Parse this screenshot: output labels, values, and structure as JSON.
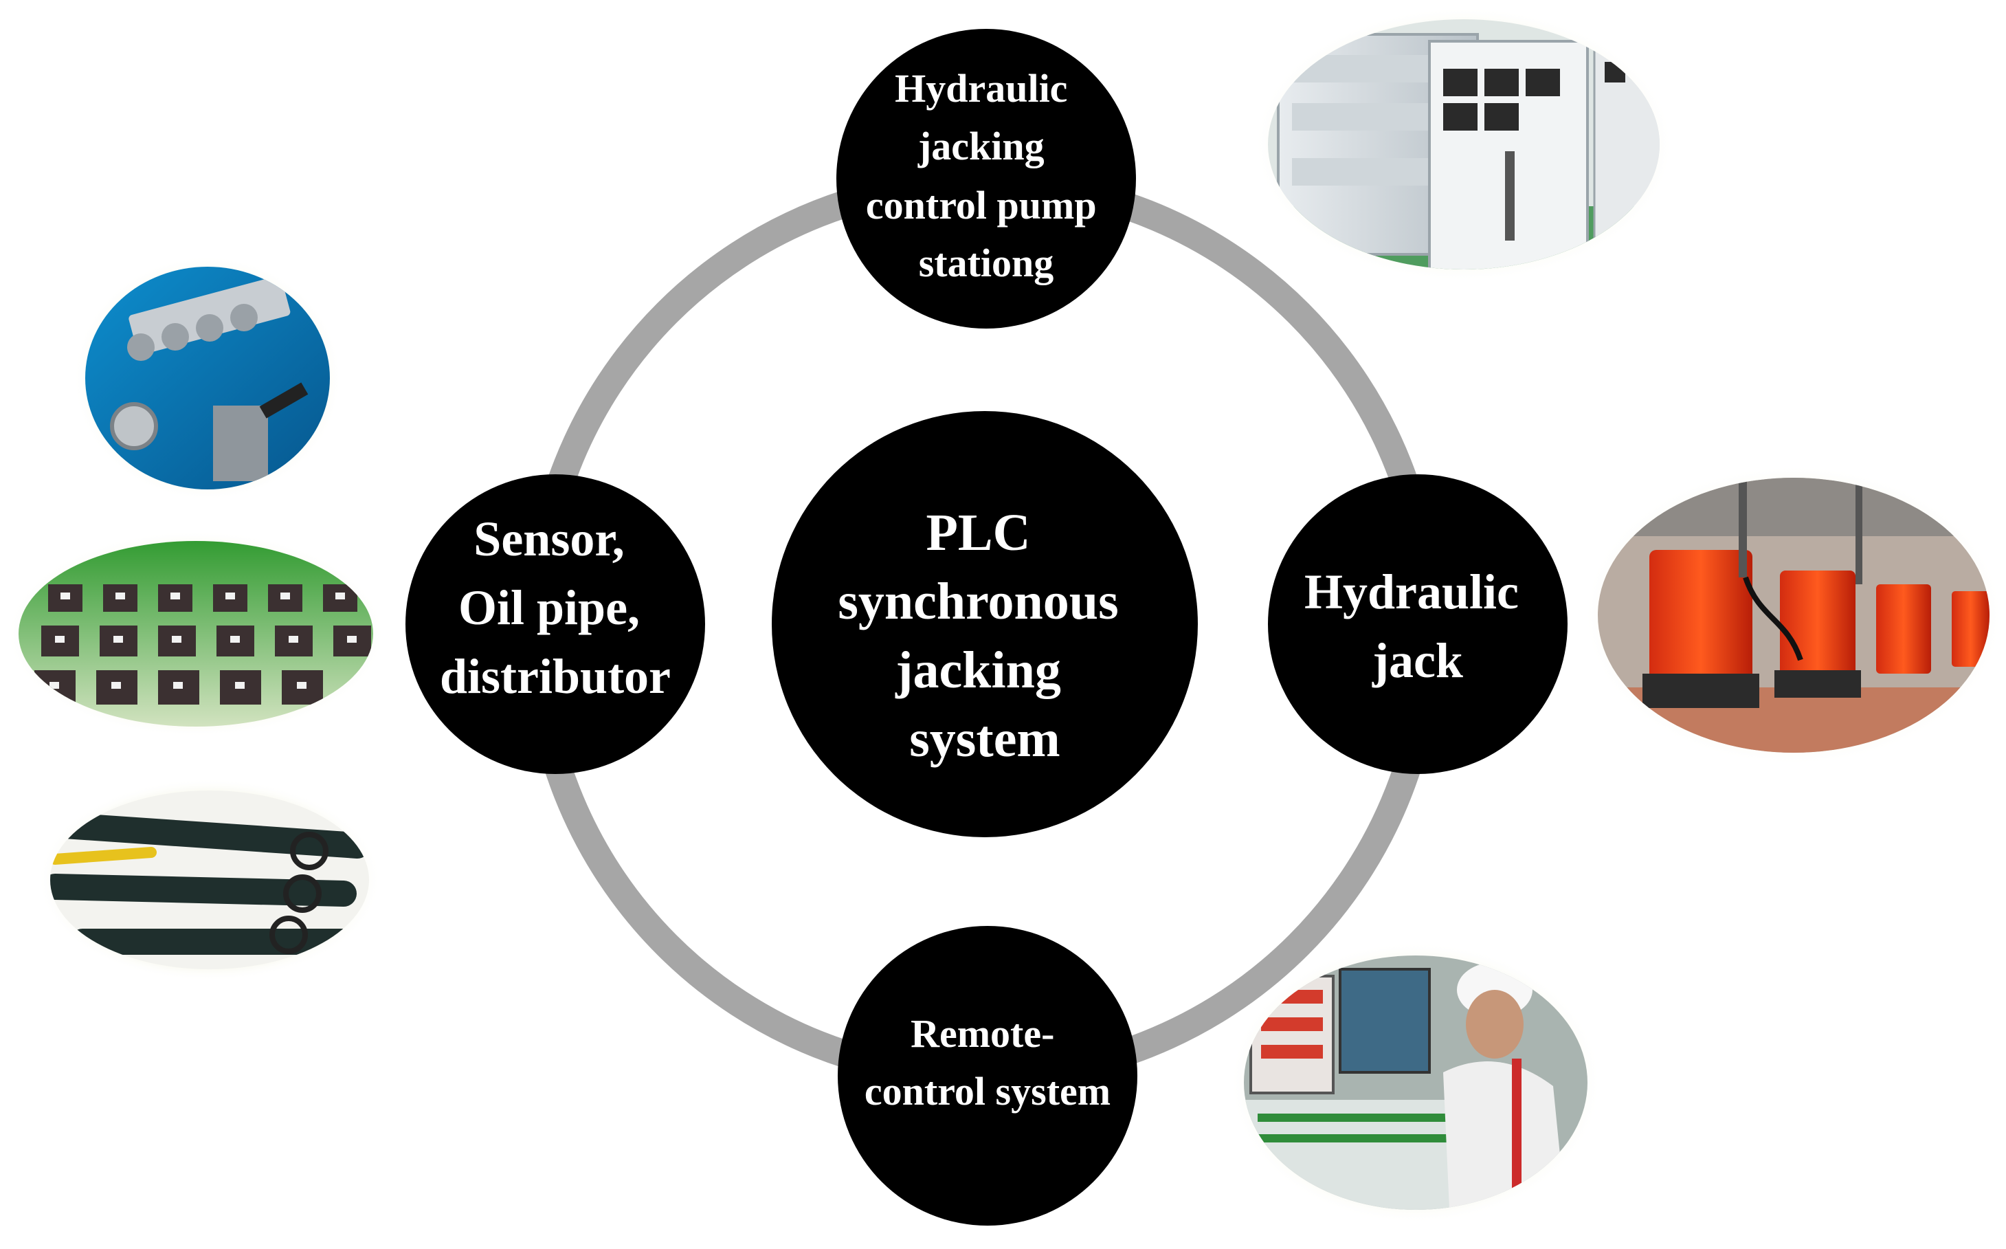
{
  "nodes": {
    "center": {
      "lines": [
        "PLC",
        "synchronous",
        "jacking",
        "system"
      ]
    },
    "top": {
      "lines": [
        "Hydraulic",
        "jacking",
        "control pump",
        "stationg"
      ]
    },
    "right": {
      "lines": [
        "Hydraulic",
        "jack"
      ]
    },
    "bottom": {
      "lines": [
        "Remote-",
        "control system"
      ]
    },
    "left": {
      "lines": [
        "Sensor,",
        "Oil pipe,",
        "distributor"
      ]
    }
  },
  "photos": {
    "pump_station": "control cabinet photo",
    "hydraulic_jacks": "hydraulic jacks photo",
    "remote_control": "operator at console photo",
    "distributor": "distributor block photo",
    "sensors": "sensor array photo",
    "oil_pipes": "oil hoses photo"
  },
  "colors": {
    "node_fill": "#000000",
    "node_text": "#ffffff",
    "ring": "#a6a6a6",
    "photo_halo": "#f1f2dc"
  }
}
